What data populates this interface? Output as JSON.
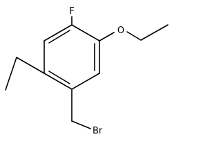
{
  "molecule": {
    "atoms": {
      "fluorine": "F",
      "oxygen": "O",
      "bromine": "Br"
    },
    "colors": {
      "bond": "#000000",
      "label": "#000000",
      "background": "#ffffff"
    }
  }
}
